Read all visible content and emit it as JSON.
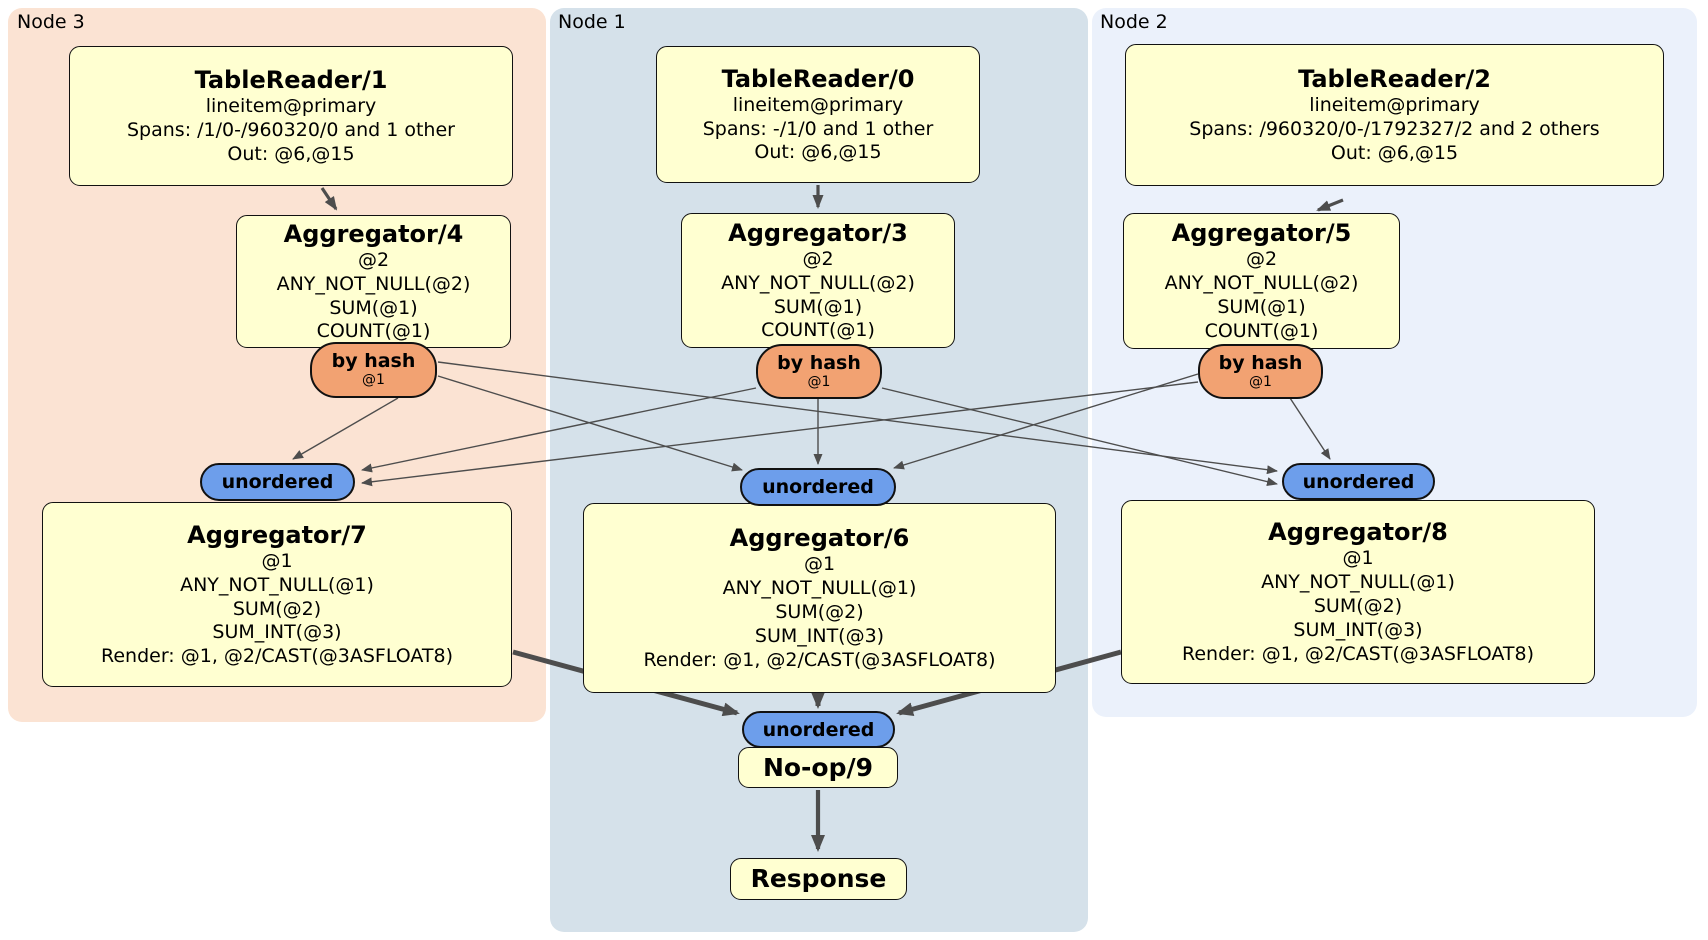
{
  "groups": [
    {
      "label": "Node 3"
    },
    {
      "label": "Node 1"
    },
    {
      "label": "Node 2"
    }
  ],
  "processors": {
    "tablereader1": {
      "title": "TableReader/1",
      "lines": [
        "lineitem@primary",
        "Spans: /1/0-/960320/0 and 1 other",
        "Out: @6,@15"
      ]
    },
    "aggregator4": {
      "title": "Aggregator/4",
      "lines": [
        "@2",
        "ANY_NOT_NULL(@2)",
        "SUM(@1)",
        "COUNT(@1)"
      ]
    },
    "tablereader0": {
      "title": "TableReader/0",
      "lines": [
        "lineitem@primary",
        "Spans: -/1/0 and 1 other",
        "Out: @6,@15"
      ]
    },
    "aggregator3": {
      "title": "Aggregator/3",
      "lines": [
        "@2",
        "ANY_NOT_NULL(@2)",
        "SUM(@1)",
        "COUNT(@1)"
      ]
    },
    "tablereader2": {
      "title": "TableReader/2",
      "lines": [
        "lineitem@primary",
        "Spans: /960320/0-/1792327/2 and 2 others",
        "Out: @6,@15"
      ]
    },
    "aggregator5": {
      "title": "Aggregator/5",
      "lines": [
        "@2",
        "ANY_NOT_NULL(@2)",
        "SUM(@1)",
        "COUNT(@1)"
      ]
    },
    "aggregator7": {
      "title": "Aggregator/7",
      "lines": [
        "@1",
        "ANY_NOT_NULL(@1)",
        "SUM(@2)",
        "SUM_INT(@3)",
        "Render: @1, @2/CAST(@3ASFLOAT8)"
      ]
    },
    "aggregator6": {
      "title": "Aggregator/6",
      "lines": [
        "@1",
        "ANY_NOT_NULL(@1)",
        "SUM(@2)",
        "SUM_INT(@3)",
        "Render: @1, @2/CAST(@3ASFLOAT8)"
      ]
    },
    "aggregator8": {
      "title": "Aggregator/8",
      "lines": [
        "@1",
        "ANY_NOT_NULL(@1)",
        "SUM(@2)",
        "SUM_INT(@3)",
        "Render: @1, @2/CAST(@3ASFLOAT8)"
      ]
    },
    "noop9": {
      "title": "No-op/9"
    },
    "response": {
      "title": "Response"
    }
  },
  "routers": [
    {
      "label": "by hash",
      "detail": "@1"
    },
    {
      "label": "by hash",
      "detail": "@1"
    },
    {
      "label": "by hash",
      "detail": "@1"
    }
  ],
  "synchronizers": [
    {
      "label": "unordered"
    },
    {
      "label": "unordered"
    },
    {
      "label": "unordered"
    },
    {
      "label": "unordered"
    }
  ],
  "edges": [
    {
      "from": "TableReader/1",
      "to": "Aggregator/4"
    },
    {
      "from": "TableReader/0",
      "to": "Aggregator/3"
    },
    {
      "from": "TableReader/2",
      "to": "Aggregator/5"
    },
    {
      "from": "Aggregator/4 by hash",
      "to": "unordered before Aggregator/7"
    },
    {
      "from": "Aggregator/4 by hash",
      "to": "unordered before Aggregator/6"
    },
    {
      "from": "Aggregator/4 by hash",
      "to": "unordered before Aggregator/8"
    },
    {
      "from": "Aggregator/3 by hash",
      "to": "unordered before Aggregator/7"
    },
    {
      "from": "Aggregator/3 by hash",
      "to": "unordered before Aggregator/6"
    },
    {
      "from": "Aggregator/3 by hash",
      "to": "unordered before Aggregator/8"
    },
    {
      "from": "Aggregator/5 by hash",
      "to": "unordered before Aggregator/7"
    },
    {
      "from": "Aggregator/5 by hash",
      "to": "unordered before Aggregator/6"
    },
    {
      "from": "Aggregator/5 by hash",
      "to": "unordered before Aggregator/8"
    },
    {
      "from": "Aggregator/7",
      "to": "unordered before No-op/9"
    },
    {
      "from": "Aggregator/6",
      "to": "unordered before No-op/9"
    },
    {
      "from": "Aggregator/8",
      "to": "unordered before No-op/9"
    },
    {
      "from": "No-op/9",
      "to": "Response"
    }
  ],
  "palette": {
    "node3_bg": "#fbe3d3",
    "node1_bg": "#d5e1ea",
    "node2_bg": "#ebf1fb",
    "processor_fill": "#ffffd1",
    "router_fill": "#f2a272",
    "synchronizer_fill": "#6d9eeb",
    "border_color": "#111111",
    "edge_color": "#4d4d4d"
  }
}
